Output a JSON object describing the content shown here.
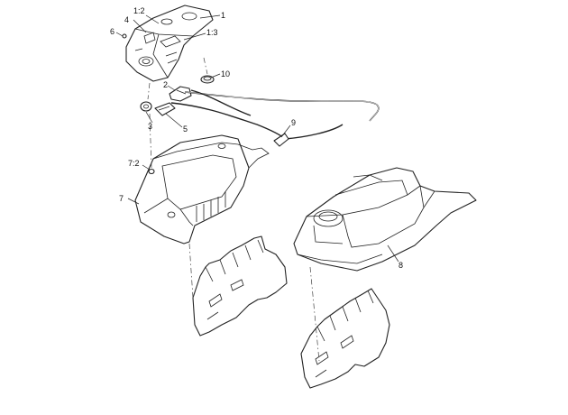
{
  "callouts": [
    {
      "id": "1",
      "label": "1"
    },
    {
      "id": "1-2",
      "label": "1:2"
    },
    {
      "id": "1-3",
      "label": "1:3"
    },
    {
      "id": "2",
      "label": "2"
    },
    {
      "id": "3",
      "label": "3"
    },
    {
      "id": "4",
      "label": "4"
    },
    {
      "id": "5",
      "label": "5"
    },
    {
      "id": "6",
      "label": "6"
    },
    {
      "id": "7",
      "label": "7"
    },
    {
      "id": "7-2",
      "label": "7:2"
    },
    {
      "id": "8",
      "label": "8"
    },
    {
      "id": "9",
      "label": "9"
    },
    {
      "id": "10",
      "label": "10"
    }
  ]
}
